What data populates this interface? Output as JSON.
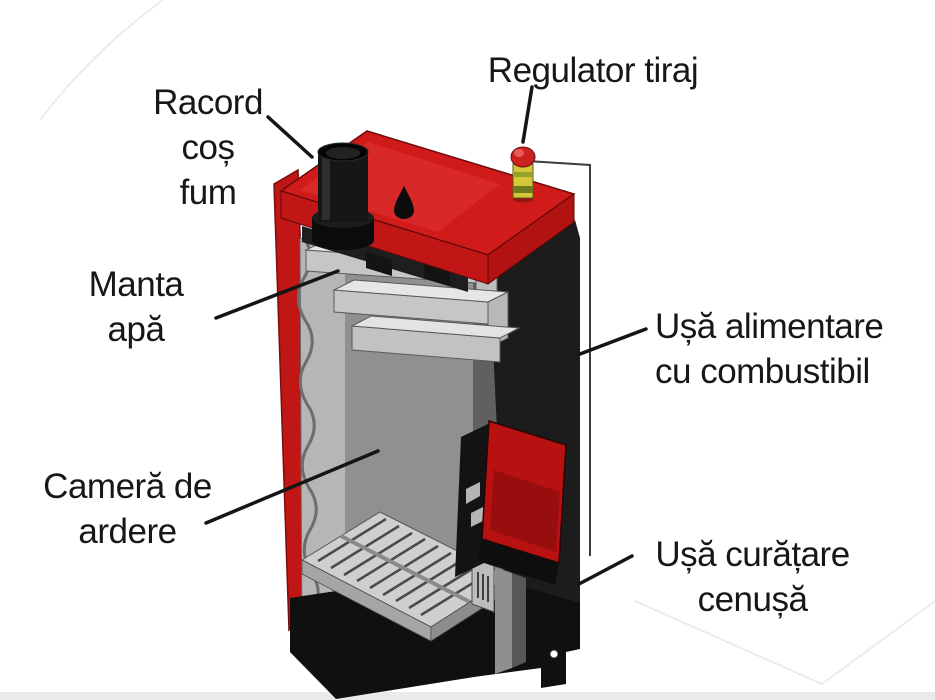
{
  "diagram": {
    "subject": "solid-fuel-boiler-cutaway",
    "background": "#ffffff",
    "labels": [
      {
        "id": "racord-cos-fum",
        "part": "flue-outlet",
        "lines": [
          "Racord",
          "coș",
          "fum"
        ]
      },
      {
        "id": "regulator-tiraj",
        "part": "draft-regulator-knob",
        "lines": [
          "Regulator tiraj"
        ]
      },
      {
        "id": "manta-apa",
        "part": "water-jacket",
        "lines": [
          "Manta",
          "apă"
        ]
      },
      {
        "id": "camera-ardere",
        "part": "combustion-chamber",
        "lines": [
          "Cameră de",
          "ardere"
        ]
      },
      {
        "id": "usa-alimentare",
        "part": "fuel-loading-door",
        "lines": [
          "Ușă alimentare",
          "cu combustibil"
        ]
      },
      {
        "id": "usa-curatare",
        "part": "ash-cleaning-door",
        "lines": [
          "Ușă curățare",
          "cenușă"
        ]
      }
    ],
    "colors": {
      "red_top": "#d11b1b",
      "red_front": "#b31212",
      "red_side": "#c01616",
      "red_door": "#b81111",
      "red_highlight": "#e23a3a",
      "knob_red": "#cd2121",
      "knob_yellow": "#d2c83a",
      "steel_black": "#1c1c1c",
      "grey_wall": "#b6b6b6",
      "grey_back": "#909090",
      "grate_grey": "#cfcfcf",
      "line_black": "#151515"
    }
  }
}
